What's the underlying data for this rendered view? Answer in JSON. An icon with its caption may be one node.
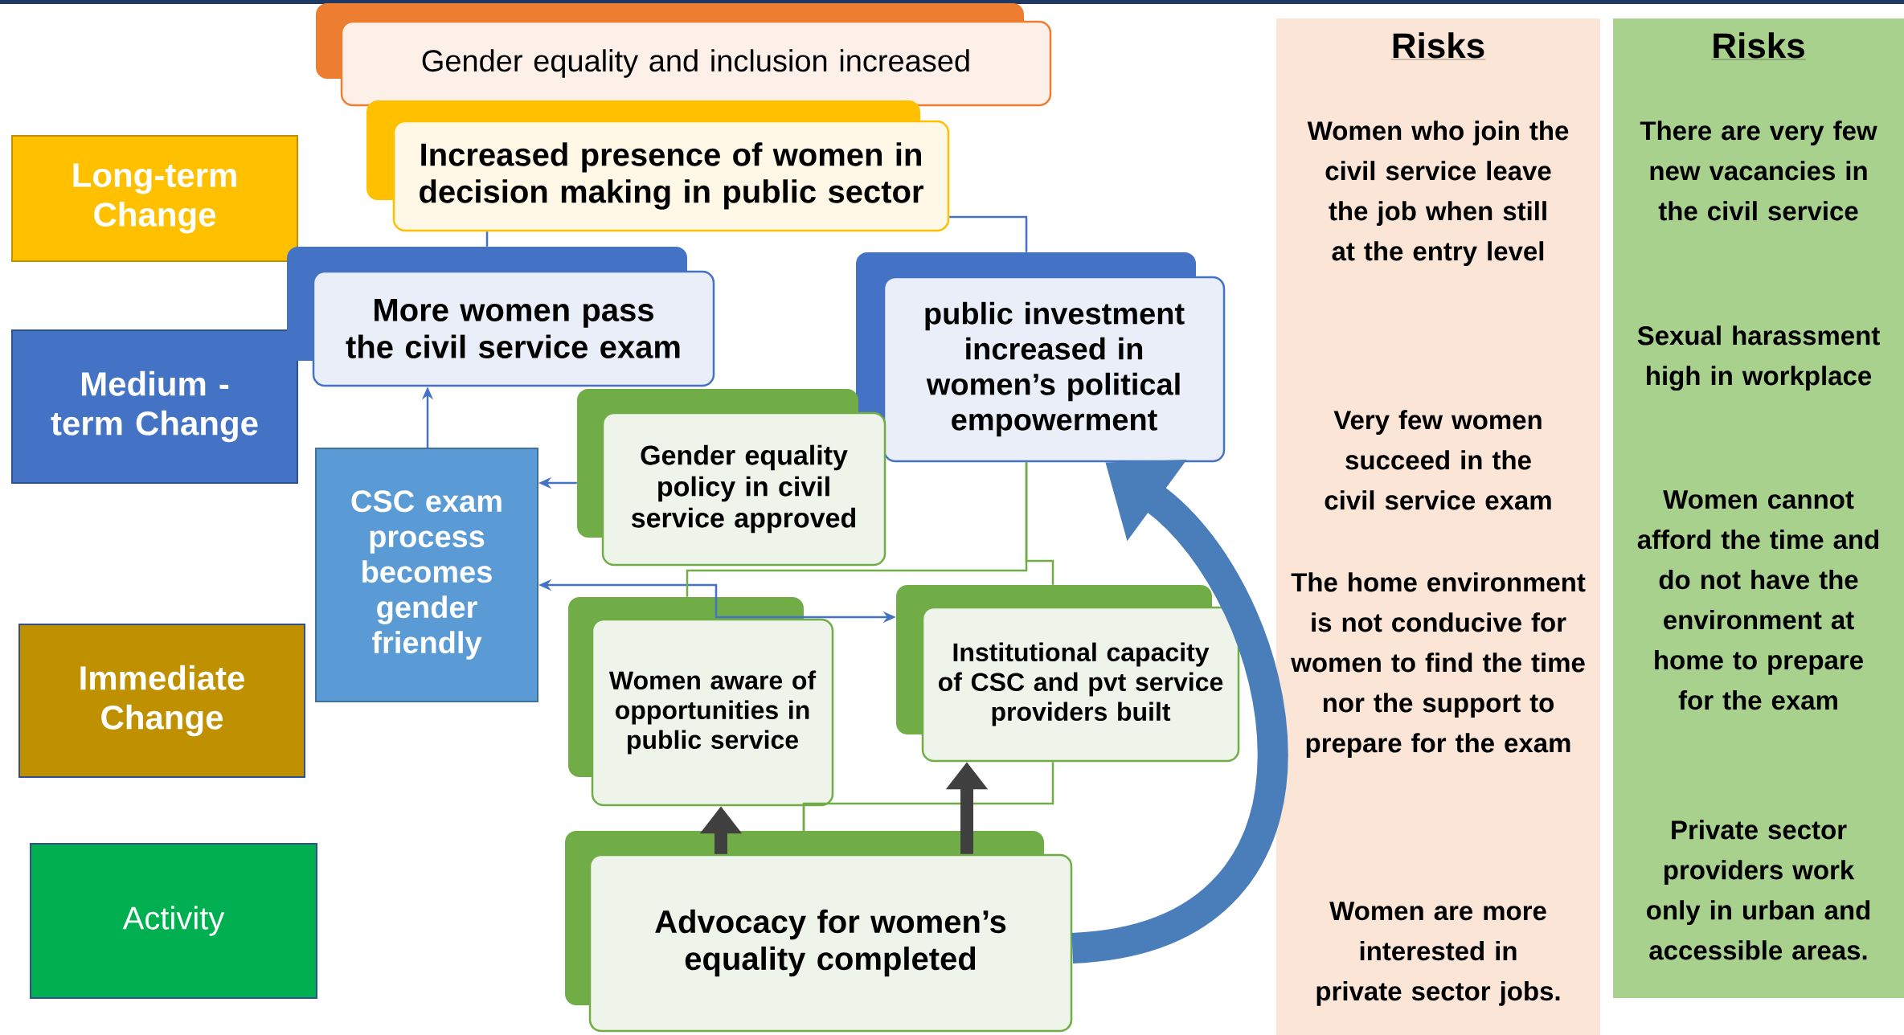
{
  "diagram": {
    "nodes": [
      {
        "text": [
          "Long-term Change"
        ]
      },
      {
        "text": [
          "Medium - term Change"
        ]
      },
      {
        "text": [
          "Immediate Change"
        ]
      },
      {
        "text": [
          "Activity"
        ]
      },
      {
        "text": [
          "Gender equality and inclusion increased"
        ]
      },
      {
        "text": [
          "Increased presence of women in decision making in public sector"
        ]
      },
      {
        "text": [
          "More women pass the civil service exam"
        ]
      },
      {
        "text": [
          "public investment increased in women’s political empowerment"
        ]
      },
      {
        "text": [
          "CSC exam process becomes gender friendly"
        ]
      },
      {
        "text": [
          "Gender equality policy in civil service approved"
        ]
      },
      {
        "text": [
          "Women aware of opportunities in public service"
        ]
      },
      {
        "text": [
          "Institutional capacity of CSC and pvt service providers built"
        ]
      },
      {
        "text": [
          "Advocacy for women’s equality completed"
        ]
      },
      {
        "text": [
          "Risks",
          "Women who join the civil service leave the job when still at the entry level",
          "Very few women succeed in the civil service exam",
          "The home environment is not conducive for women to find the time nor the support to prepare for the exam",
          "Women are more interested in private sector jobs."
        ]
      },
      {
        "text": [
          "Risks",
          "There are very few new vacancies in the civil service",
          "Sexual harassment high in workplace",
          "Women cannot afford the time and do not have the environment at home to prepare for the exam",
          "Private sector providers work only in urban and accessible areas."
        ]
      }
    ],
    "edges": [
      {
        "from": 5,
        "to": 6,
        "arrow": "none"
      },
      {
        "from": 5,
        "to": 7,
        "arrow": "none"
      },
      {
        "from": 8,
        "to": 6,
        "arrow": "to"
      },
      {
        "from": 9,
        "to": 8,
        "arrow": "to"
      },
      {
        "from": 8,
        "to": 11,
        "arrow": "both"
      },
      {
        "from": 7,
        "to": 10,
        "arrow": "none",
        "color": "#70ad47"
      },
      {
        "from": 7,
        "to": 11,
        "arrow": "none",
        "color": "#70ad47"
      },
      {
        "from": 10,
        "to": 12,
        "arrow": "none",
        "color": "#70ad47"
      },
      {
        "from": 11,
        "to": 12,
        "arrow": "none",
        "color": "#70ad47"
      },
      {
        "from": 12,
        "to": 10,
        "arrow": "to",
        "style": "thick",
        "color": "#404040"
      },
      {
        "from": 12,
        "to": 11,
        "arrow": "to",
        "style": "thick",
        "color": "#404040"
      },
      {
        "from": 12,
        "to": 7,
        "arrow": "to",
        "style": "thick",
        "color": "#4a7ebb"
      }
    ]
  }
}
